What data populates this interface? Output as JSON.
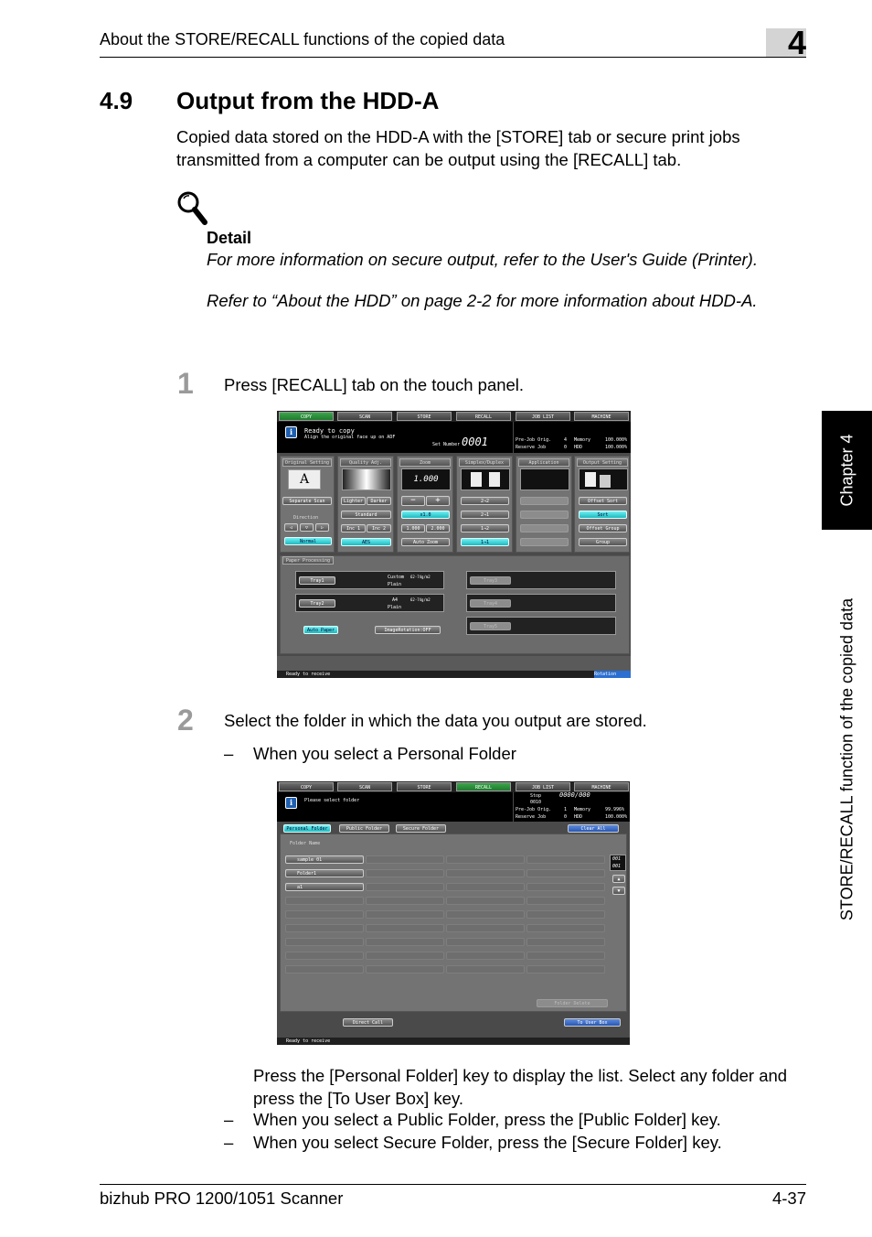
{
  "header": {
    "running_title": "About the STORE/RECALL functions of the copied data",
    "chapter_number": "4"
  },
  "side_tab": {
    "chapter": "Chapter 4",
    "topic": "STORE/RECALL function of the copied data"
  },
  "section": {
    "number": "4.9",
    "title": "Output from the HDD-A",
    "intro": "Copied data stored on the HDD-A with the [STORE] tab or secure print jobs transmitted from a computer can be output using the [RECALL] tab."
  },
  "detail": {
    "label": "Detail",
    "line1": "For more information on secure output, refer to the User's Guide (Printer).",
    "line2": "Refer to “About the HDD” on page 2-2 for more information about HDD-A."
  },
  "steps": [
    {
      "num": "1",
      "text": "Press [RECALL] tab on the touch panel."
    },
    {
      "num": "2",
      "text": "Select the folder in which the data you output are stored."
    }
  ],
  "bullets": {
    "dash": "–",
    "personal": "When you select a Personal Folder",
    "after": "Press the [Personal Folder] key to display the list. Select any folder and press the [To User Box] key.",
    "public": "When you select a Public Folder, press the [Public Folder] key.",
    "secure": "When you select Secure Folder, press the [Secure Folder] key."
  },
  "footer": {
    "left": "bizhub PRO 1200/1051 Scanner",
    "right": "4-37"
  },
  "screen1": {
    "tabs": [
      "COPY",
      "SCAN",
      "STORE",
      "RECALL",
      "JOB LIST",
      "MACHINE"
    ],
    "message1": "Ready to copy",
    "message2": "Align the original face up on ADF",
    "set_number_label": "Set Number",
    "set_number": "0001",
    "status_rows": [
      [
        "Pre-Job Orig.",
        "4",
        "Memory",
        "100.000%"
      ],
      [
        "Reserve Job",
        "0",
        "HDD",
        "100.000%"
      ]
    ],
    "panels": [
      "Original Setting",
      "Quality Adj.",
      "Zoom",
      "Simplex/Duplex",
      "Application",
      "Output Setting"
    ],
    "orig_setting": {
      "separate": "Separate Scan",
      "direction": "Direction",
      "normal": "Normal",
      "letter": "A"
    },
    "quality": {
      "lighter": "Lighter",
      "darker": "Darker",
      "standard": "Standard",
      "inc1": "Inc 1",
      "inc2": "Inc 2",
      "aes": "AES"
    },
    "zoom": {
      "value": "1.000",
      "minus": "−",
      "plus": "+",
      "x10": "x1.0",
      "v1": "1.000",
      "v2": "2.000",
      "auto": "Auto Zoom"
    },
    "duplex": {
      "b1": "2→2",
      "b2": "2→1",
      "b3": "1→2",
      "b4": "1→1"
    },
    "output": {
      "offset_sort": "Offset Sort",
      "sort": "Sort",
      "offset_group": "Offset Group",
      "group": "Group"
    },
    "paper_section": "Paper Processing",
    "trays": [
      {
        "name": "Tray1",
        "size": "Custom",
        "type": "Plain",
        "weight": "62-74g/m2"
      },
      {
        "name": "Tray2",
        "size": "A4",
        "type": "Plain",
        "weight": "62-74g/m2"
      }
    ],
    "trays_right": [
      "Tray3",
      "Tray4",
      "Tray5"
    ],
    "auto_paper": "Auto Paper",
    "image_rotation": "ImageRotation:OFF",
    "status_footer": "Ready to receive",
    "rotation_btn": "Rotation"
  },
  "screen2": {
    "tabs": [
      "COPY",
      "SCAN",
      "STORE",
      "RECALL",
      "JOB LIST",
      "MACHINE"
    ],
    "message": "Please select folder",
    "stop_label": "Stop",
    "status_code": "0000/000",
    "status_sub": "0010",
    "status_rows": [
      [
        "Pre-Job Orig.",
        "1",
        "Memory",
        "99.996%"
      ],
      [
        "Reserve Job",
        "0",
        "HDD",
        "100.000%"
      ]
    ],
    "folder_tabs": [
      "Personal Folder",
      "Public Folder",
      "Secure Folder"
    ],
    "clear_all": "Clear All",
    "folder_name_label": "Folder Name",
    "folders": [
      "sample 01",
      "Folder1",
      "a1"
    ],
    "page": "001",
    "total": "001",
    "folder_delete": "Folder Delete",
    "direct_call": "Direct Call",
    "to_user_box": "To User Box",
    "status_footer": "Ready to receive"
  }
}
